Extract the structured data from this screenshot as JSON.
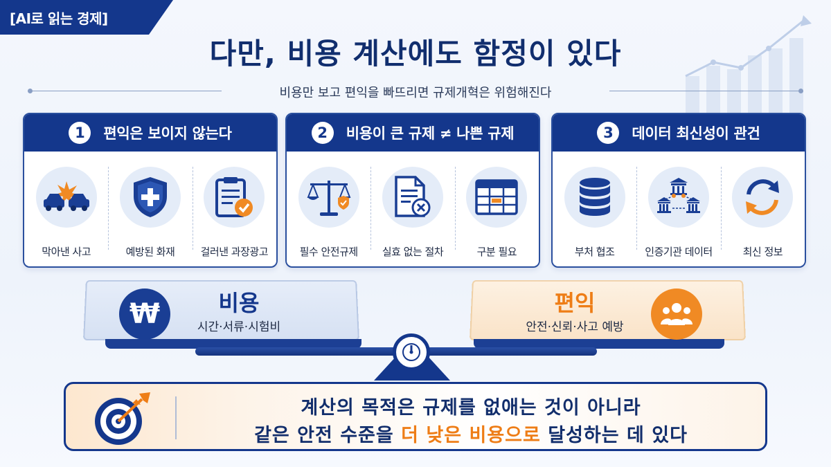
{
  "tag": "[AI로 읽는 경제]",
  "title": "다만, 비용 계산에도 함정이 있다",
  "subtitle": "비용만 보고 편익을 빠뜨리면 규제개혁은 위험해진다",
  "panels": [
    {
      "num": "1",
      "heading": "편익은 보이지 않는다",
      "items": [
        {
          "icon": "car-crash-icon",
          "label": "막아낸 사고"
        },
        {
          "icon": "shield-plus-icon",
          "label": "예방된 화재"
        },
        {
          "icon": "clipboard-check-icon",
          "label": "걸러낸 과장광고"
        }
      ]
    },
    {
      "num": "2",
      "heading": "비용이 큰 규제 ≠ 나쁜 규제",
      "items": [
        {
          "icon": "balance-scale-icon",
          "label": "필수 안전규제"
        },
        {
          "icon": "document-x-icon",
          "label": "실효 없는 절차"
        },
        {
          "icon": "table-icon",
          "label": "구분 필요"
        }
      ]
    },
    {
      "num": "3",
      "heading": "데이터 최신성이 관건",
      "items": [
        {
          "icon": "database-icon",
          "label": "부처 협조"
        },
        {
          "icon": "institution-network-icon",
          "label": "인증기관 데이터"
        },
        {
          "icon": "refresh-icon",
          "label": "최신 정보"
        }
      ]
    }
  ],
  "scale": {
    "cost": {
      "title": "비용",
      "desc": "시간·서류·시험비",
      "icon": "won-icon",
      "symbol": "₩"
    },
    "benefit": {
      "title": "편익",
      "desc": "안전·신뢰·사고 예방",
      "icon": "people-icon"
    }
  },
  "conclusion": {
    "line1": "계산의 목적은 규제를 없애는 것이 아니라",
    "line2_pre": "같은 안전 수준을 ",
    "line2_hl": "더 낮은 비용으로",
    "line2_post": " 달성하는 데 있다"
  },
  "colors": {
    "navy": "#14378c",
    "orange": "#ee7d16",
    "light_blue": "#e4ecf8"
  }
}
